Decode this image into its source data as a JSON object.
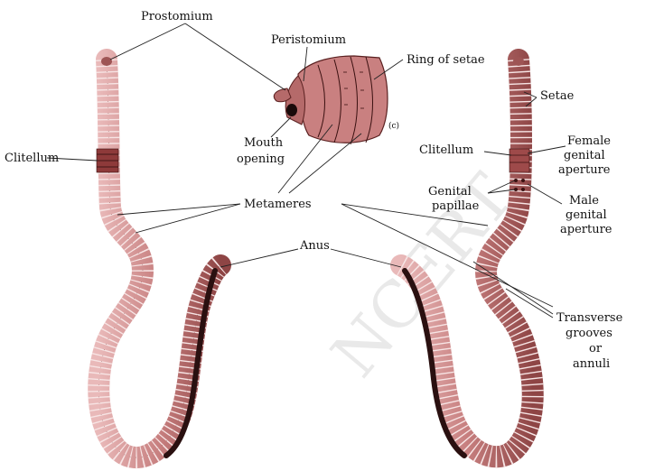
{
  "labels": {
    "prostomium": "Prostomium",
    "peristomium": "Peristomium",
    "ring_of_setae": "Ring of setae",
    "panel_c": "(c)",
    "mouth_opening": [
      "Mouth",
      "opening"
    ],
    "clitellum_left": "Clitellum",
    "metameres": "Metameres",
    "anus": "Anus",
    "setae": "Setae",
    "clitellum_right": "Clitellum",
    "female_genital_aperture": [
      "Female",
      "genital",
      "aperture"
    ],
    "genital_papillae": [
      "Genital",
      "papillae"
    ],
    "male_genital_aperture": [
      "Male",
      "genital",
      "aperture"
    ],
    "transverse_grooves": [
      "Transverse",
      "grooves",
      "or",
      "annuli"
    ]
  },
  "watermark": "NCERT",
  "colors": {
    "body_fill": "#c98b8b",
    "body_stroke": "#7a3a3a",
    "body_ring": "#f4dede",
    "dark_side": "#2a1010"
  }
}
